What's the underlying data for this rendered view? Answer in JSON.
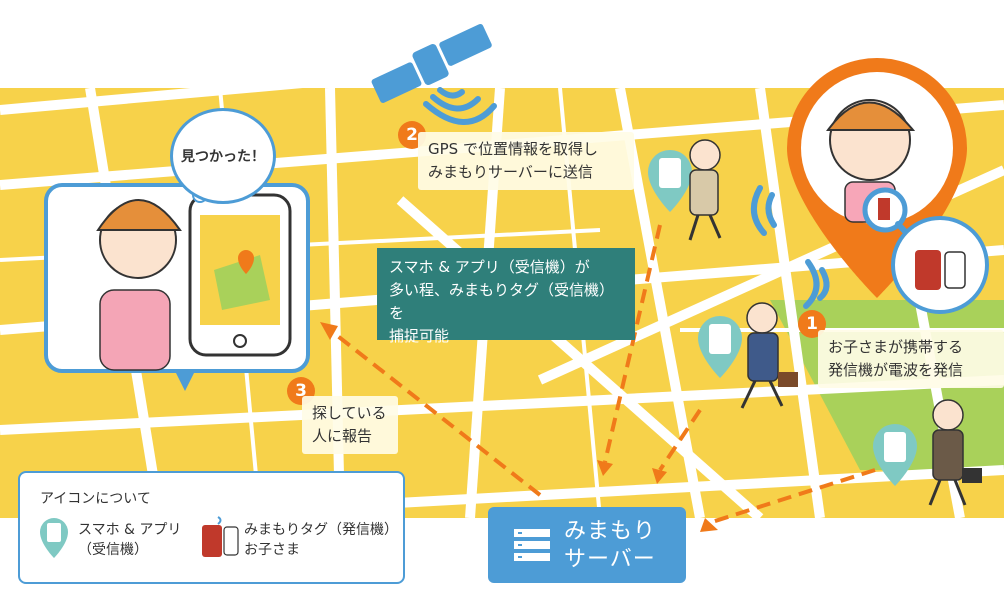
{
  "colors": {
    "map_yellow": "#f7d24a",
    "road_white": "#ffffff",
    "block_green": "#a9d15a",
    "accent_orange": "#f07a1a",
    "accent_blue": "#4d9cd6",
    "teal": "#2f7f7a"
  },
  "steps": [
    {
      "number": "1",
      "lines": [
        "お子さまが携帯する",
        "発信機が電波を発信"
      ]
    },
    {
      "number": "2",
      "lines": [
        "GPS で位置情報を取得し",
        "みまもりサーバーに送信"
      ]
    },
    {
      "number": "3",
      "lines": [
        "探している",
        "人に報告"
      ]
    }
  ],
  "info_box": {
    "lines": [
      "スマホ & アプリ（受信機）が",
      "多い程、みまもりタグ（受信機）を",
      "捕捉可能"
    ]
  },
  "speech_bubble": "見つかった！",
  "server": {
    "lines": [
      "みまもり",
      "サーバー"
    ],
    "icon": "server-icon"
  },
  "legend": {
    "title": "アイコンについて",
    "items": [
      {
        "icon": "smartphone-pin-icon",
        "lines": [
          "スマホ & アプリ",
          "（受信機）"
        ]
      },
      {
        "icon": "mimamori-tag-icon",
        "lines": [
          "みまもりタグ（発信機）",
          "お子さま"
        ]
      }
    ]
  },
  "icons": [
    "satellite-icon",
    "signal-waves-icon",
    "smartphone-pin-icon",
    "location-pin-icon",
    "mimamori-tag-icon",
    "server-icon",
    "magnifier-icon"
  ]
}
